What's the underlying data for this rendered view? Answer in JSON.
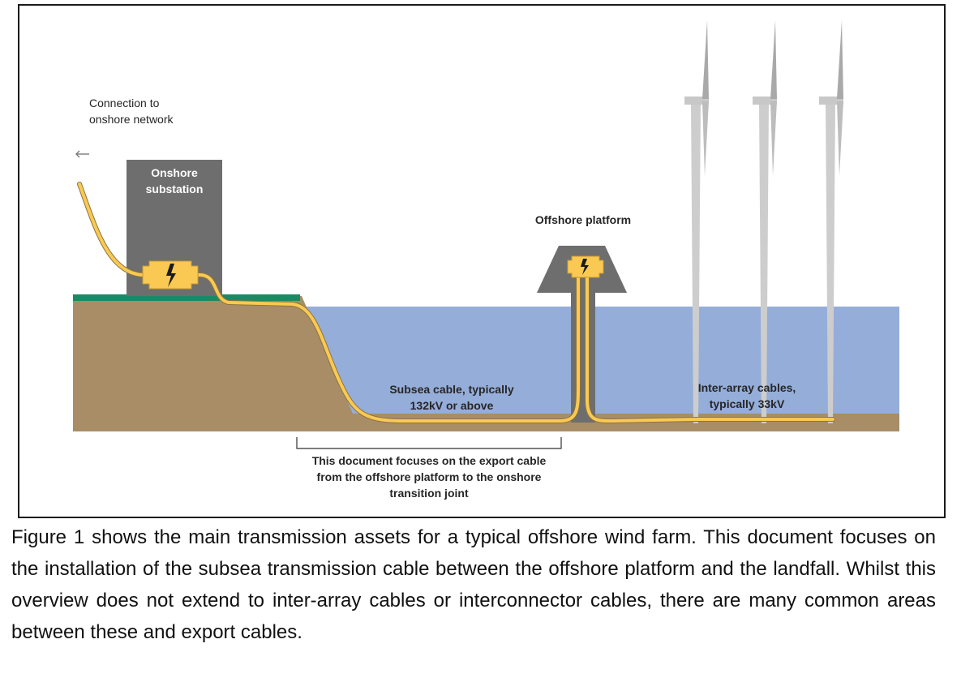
{
  "labels": {
    "connection": "Connection to onshore network",
    "onshore_substation": "Onshore substation",
    "offshore_platform": "Offshore platform",
    "subsea_cable": "Subsea cable, typically 132kV or above",
    "inter_array": "Inter-array cables, typically 33kV",
    "focus_note": "This document focuses on the export cable from the offshore platform to the onshore transition joint"
  },
  "caption": "Figure 1 shows the main transmission assets for a typical offshore wind farm. This document focuses on the installation of the subsea transmission cable between the offshore platform and the landfall. Whilst this overview does not extend to inter-array cables or interconnector cables, there are many common areas between these and export cables.",
  "colors": {
    "sea": "#95add9",
    "seabed": "#a88d66",
    "grass": "#1a8a64",
    "structure": "#6e6e6e",
    "turbine": "#cdcdcd",
    "cable": "#f9c953",
    "joint": "#f9c953"
  },
  "icons": [
    "lightning-bolt-icon",
    "arrow-left-icon"
  ]
}
